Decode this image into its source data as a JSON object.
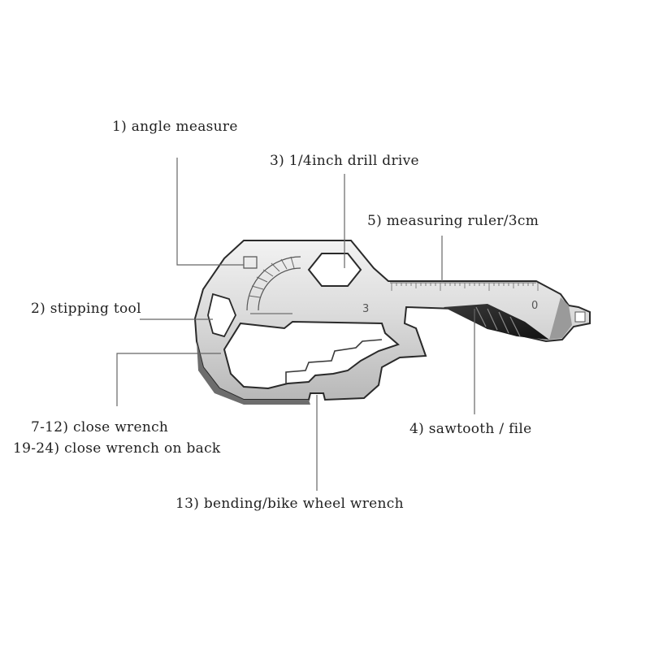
{
  "labels": {
    "angle_measure": "1) angle measure",
    "drill_drive": "3) 1/4inch drill drive",
    "measuring_ruler": "5) measuring ruler/3cm",
    "stripping_tool": "2) stipping tool",
    "close_wrench": "7-12) close wrench",
    "close_wrench_back": "19-24) close wrench on back",
    "sawtooth": "4) sawtooth / file",
    "bike_wrench": "13) bending/bike wheel wrench"
  },
  "ruler": {
    "mark_3": "3",
    "mark_0": "0"
  },
  "colors": {
    "metal_light": "#e6e6e6",
    "metal_mid": "#c4c4c4",
    "metal_dark": "#7a7a7a",
    "edge": "#2a2a2a",
    "leader": "#666666"
  }
}
